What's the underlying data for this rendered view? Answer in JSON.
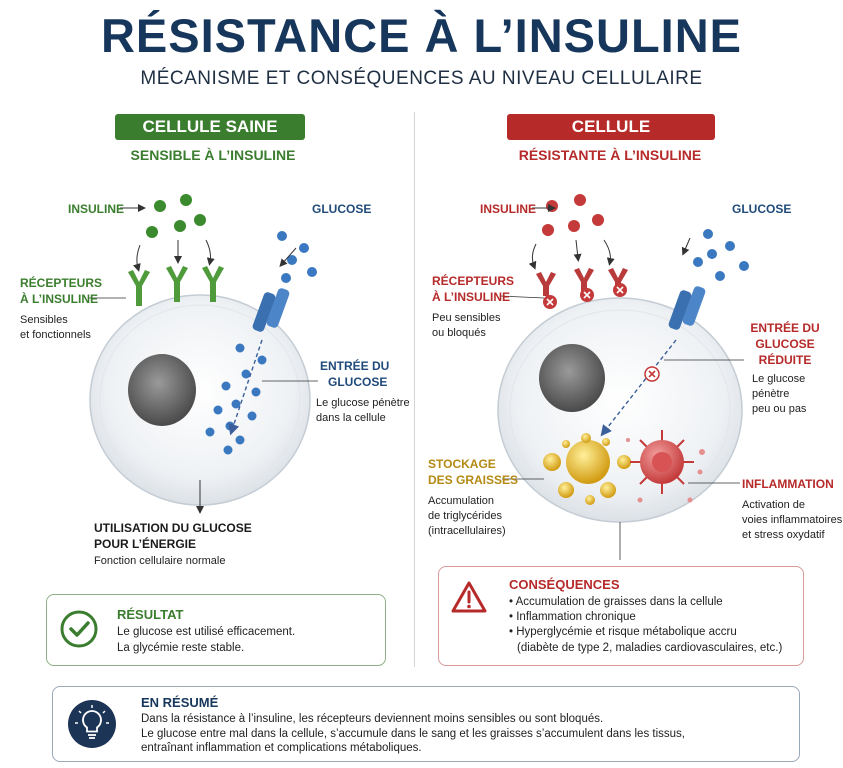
{
  "header": {
    "title": "RÉSISTANCE À L’INSULINE",
    "subtitle": "MÉCANISME ET CONSÉQUENCES AU NIVEAU CELLULAIRE"
  },
  "healthy": {
    "badge": "CELLULE SAINE",
    "subtitle": "SENSIBLE À L’INSULINE",
    "insulin_label": "INSULINE",
    "glucose_label": "GLUCOSE",
    "receptors_title_1": "RÉCEPTEURS",
    "receptors_title_2": "À L’INSULINE",
    "receptors_desc_1": "Sensibles",
    "receptors_desc_2": "et fonctionnels",
    "entry_title_1": "ENTRÉE DU",
    "entry_title_2": "GLUCOSE",
    "entry_desc_1": "Le glucose pénètre",
    "entry_desc_2": "dans la cellule",
    "use_title_1": "UTILISATION DU GLUCOSE",
    "use_title_2": "POUR L’ÉNERGIE",
    "use_desc": "Fonction cellulaire normale",
    "result_title": "RÉSULTAT",
    "result_line_1": "Le glucose est utilisé efficacement.",
    "result_line_2": "La glycémie reste stable."
  },
  "resistant": {
    "badge": "CELLULE RÉSISTANTE",
    "subtitle": "RÉSISTANTE À L’INSULINE",
    "insulin_label": "INSULINE",
    "glucose_label": "GLUCOSE",
    "receptors_title_1": "RÉCEPTEURS",
    "receptors_title_2": "À L’INSULINE",
    "receptors_desc_1": "Peu sensibles",
    "receptors_desc_2": "ou bloqués",
    "entry_title_1": "ENTRÉE DU",
    "entry_title_2": "GLUCOSE",
    "entry_title_3": "RÉDUITE",
    "entry_desc_1": "Le glucose pénètre",
    "entry_desc_2": "peu ou pas",
    "fat_title_1": "STOCKAGE",
    "fat_title_2": "DES GRAISSES",
    "fat_desc_1": "Accumulation",
    "fat_desc_2": "de triglycérides",
    "fat_desc_3": "(intracellulaires)",
    "inflam_title": "INFLAMMATION",
    "inflam_desc_1": "Activation de",
    "inflam_desc_2": "voies inflammatoires",
    "inflam_desc_3": "et stress oxydatif",
    "cons_title": "CONSÉQUENCES",
    "cons_items": [
      "Accumulation de graisses dans la cellule",
      "Inflammation chronique",
      "Hyperglycémie et risque métabolique accru"
    ],
    "cons_note": "(diabète de type 2, maladies cardiovasculaires, etc.)"
  },
  "summary": {
    "title": "EN RÉSUMÉ",
    "line_1": "Dans la résistance à l’insuline, les récepteurs deviennent moins sensibles ou sont bloqués.",
    "line_2": "Le glucose entre mal dans la cellule, s’accumule dans le sang et les graisses s’accumulent dans les tissus,",
    "line_3": "entraînant inflammation et complications métaboliques."
  },
  "colors": {
    "navy": "#16365c",
    "green": "#3b7d2e",
    "red": "#b62a2a",
    "blue": "#3a78c0",
    "gold": "#d6a91c"
  },
  "icons": {
    "result": "check-circle-icon",
    "consequences": "warning-triangle-icon",
    "summary": "lightbulb-icon",
    "blocked": "blocked-x-icon"
  }
}
